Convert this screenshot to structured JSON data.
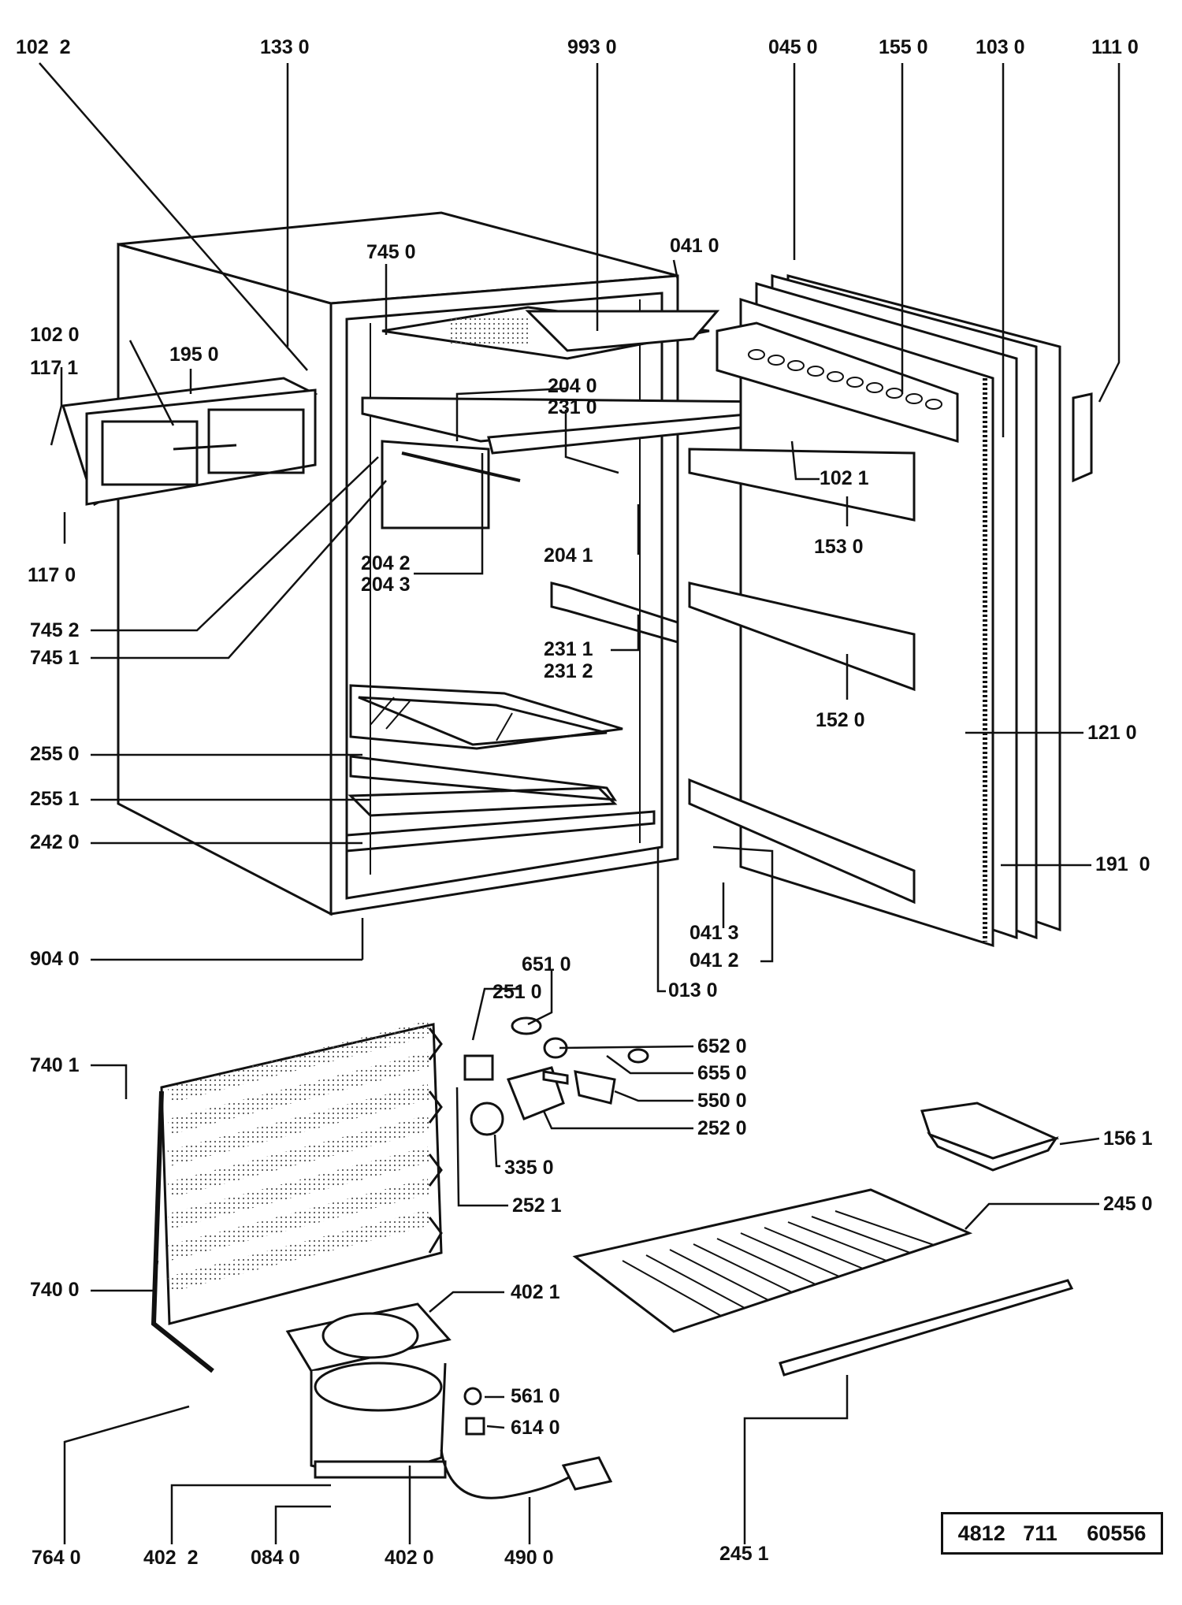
{
  "diagram": {
    "labels": {
      "p1022": "102  2",
      "p1330": "133 0",
      "p9930": "993 0",
      "p0450": "045 0",
      "p1550": "155 0",
      "p1030": "103 0",
      "p1110": "111 0",
      "p7450": "745 0",
      "p0410": "041 0",
      "p1020": "102 0",
      "p1950": "195 0",
      "p1171": "117 1",
      "p2040": "204 0",
      "p2310": "231 0",
      "p1021": "102 1",
      "p1530": "153 0",
      "p1170": "117 0",
      "p2042": "204 2",
      "p2043": "204 3",
      "p2041": "204 1",
      "p7452": "745 2",
      "p7451": "745 1",
      "p2311": "231 1",
      "p2312": "231 2",
      "p1520": "152 0",
      "p1210": "121 0",
      "p2550": "255 0",
      "p2551": "255 1",
      "p2420": "242 0",
      "p1910": "191  0",
      "p0413": "041 3",
      "p0412": "041 2",
      "p9040": "904 0",
      "p0130": "013 0",
      "p6510": "651 0",
      "p2510": "251 0",
      "p7401": "740 1",
      "p6520": "652 0",
      "p6550": "655 0",
      "p5500": "550 0",
      "p2520": "252 0",
      "p1561": "156 1",
      "p3350": "335 0",
      "p2521": "252 1",
      "p2450": "245 0",
      "p7400": "740 0",
      "p4021": "402 1",
      "p5610": "561 0",
      "p6140": "614 0",
      "p7640": "764 0",
      "p4022": "402  2",
      "p0840": "084 0",
      "p4020": "402 0",
      "p4900": "490 0",
      "p2451": "245 1"
    },
    "catalog_number": "4812   711     60556"
  }
}
